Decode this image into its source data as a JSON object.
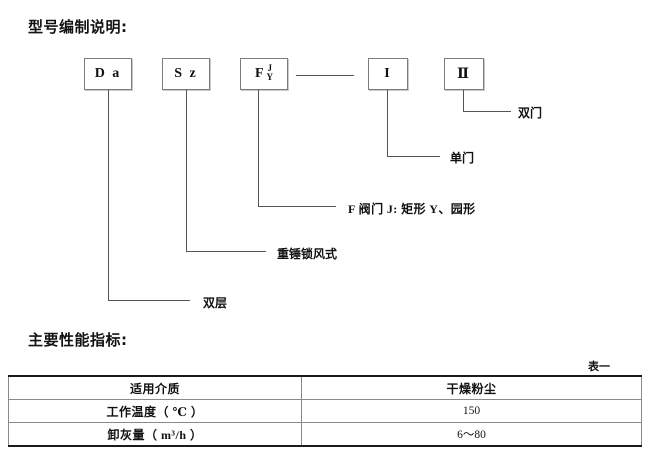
{
  "document": {
    "sections": [
      {
        "heading": "型号编制说明:"
      },
      {
        "heading": "主要性能指标:"
      }
    ]
  },
  "model_code_diagram": {
    "boxes": [
      {
        "id": "box-da",
        "label": "D a"
      },
      {
        "id": "box-sz",
        "label": "S z"
      },
      {
        "id": "box-f",
        "label": "F",
        "sup": "J",
        "sub": "Y"
      },
      {
        "id": "box-i",
        "label": "I"
      },
      {
        "id": "box-ii",
        "label": "Ⅱ"
      }
    ],
    "annotations": [
      {
        "id": "ann-double-door",
        "text": "双门"
      },
      {
        "id": "ann-single-door",
        "text": "单门"
      },
      {
        "id": "ann-valve",
        "text": "F 阀门 J: 矩形  Y、园形"
      },
      {
        "id": "ann-lock",
        "text": "重锤锁风式"
      },
      {
        "id": "ann-layer",
        "text": "双层"
      }
    ]
  },
  "performance_table": {
    "caption": "表一",
    "rows": [
      {
        "label": "适用介质",
        "value": "干燥粉尘"
      },
      {
        "label": "工作温度（ ℃ ）",
        "value": "150"
      },
      {
        "label": "卸灰量（ m³/h ）",
        "value": "6～80"
      }
    ]
  }
}
